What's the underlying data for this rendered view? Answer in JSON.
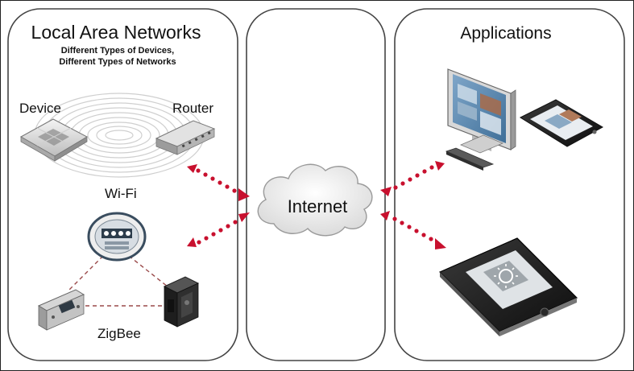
{
  "panels": {
    "lan": {
      "title": "Local Area Networks",
      "subtitle_line1": "Different Types of Devices,",
      "subtitle_line2": "Different Types of Networks",
      "wifi": {
        "device_label": "Device",
        "router_label": "Router",
        "network_label": "Wi-Fi"
      },
      "zigbee": {
        "network_label": "ZigBee"
      }
    },
    "internet": {
      "cloud_label": "Internet"
    },
    "applications": {
      "title": "Applications"
    }
  },
  "colors": {
    "connection_arrows": "#c8102e",
    "zigbee_links": "#9a4a4a",
    "panel_border": "#444444",
    "cloud_fill": "#f2f2f2",
    "wifi_rings": "#cccccc"
  },
  "icons": [
    "hub-device-icon",
    "router-icon",
    "smart-meter-icon",
    "thermostat-icon",
    "smart-plug-icon",
    "cloud-icon",
    "desktop-monitor-icon",
    "keyboard-icon",
    "tablet-icon",
    "smartphone-icon"
  ]
}
